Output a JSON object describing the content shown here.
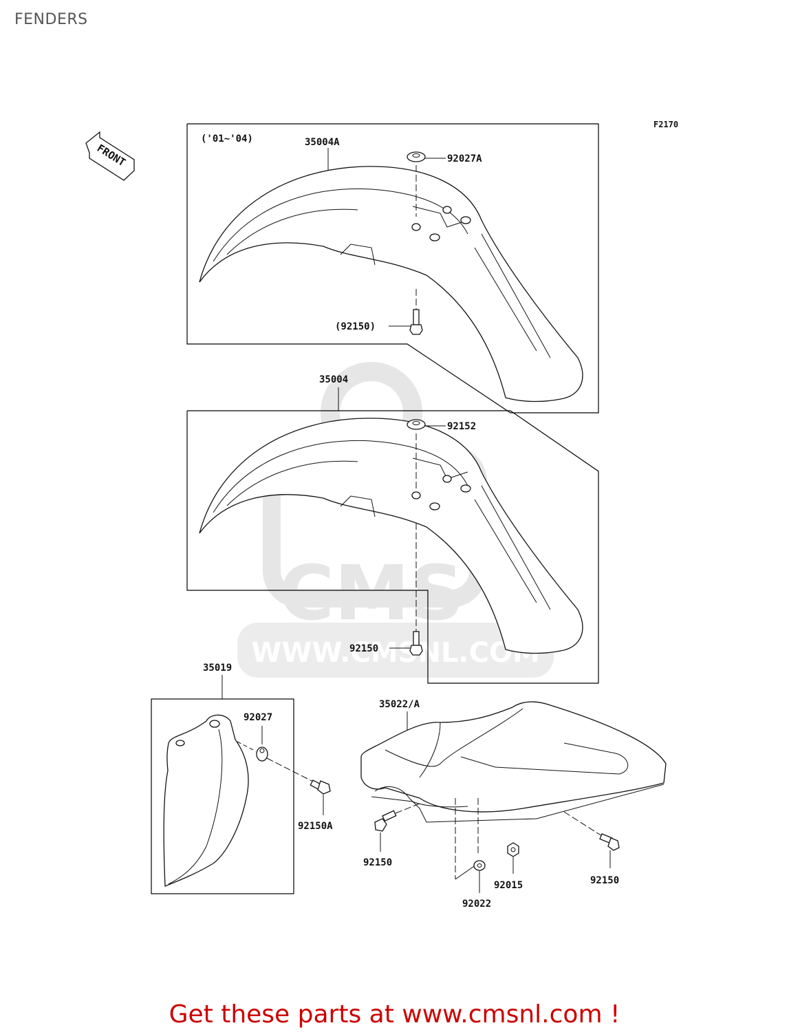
{
  "page": {
    "title": "FENDERS"
  },
  "diagram": {
    "figure_code": "F2170",
    "front_label": "FRONT",
    "watermark": {
      "text": "WWW.CMSNL.COM",
      "logo": "CMS"
    },
    "groups": [
      {
        "year_range": "('01~'04)",
        "part": "35004A",
        "callouts": [
          "92027A",
          "(92150)"
        ]
      },
      {
        "part": "35004",
        "callouts": [
          "92152",
          "92150"
        ]
      },
      {
        "part": "35019",
        "callouts": [
          "92027",
          "92150A"
        ]
      },
      {
        "part": "35022/A",
        "callouts": [
          "92150",
          "92015",
          "92022",
          "92150"
        ]
      }
    ]
  },
  "footer": {
    "link_text": "Get these parts at www.cmsnl.com !",
    "color": "#cc0000"
  }
}
